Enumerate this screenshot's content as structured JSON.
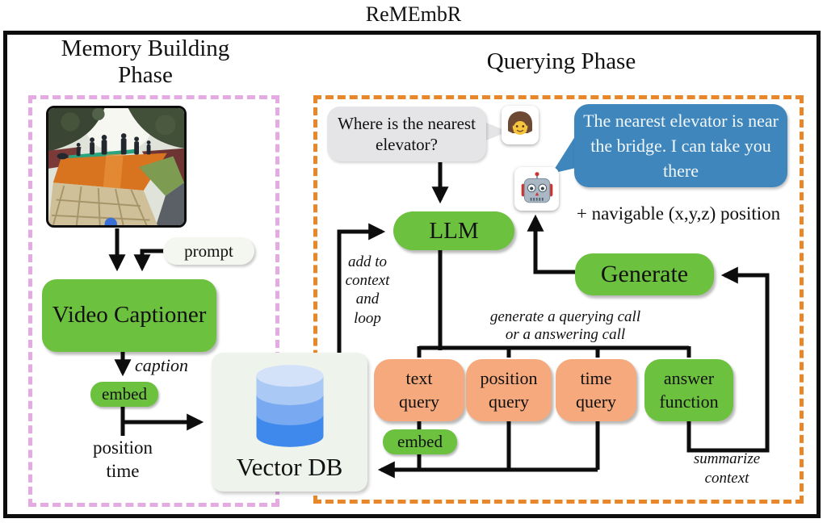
{
  "title": "ReMEmbR",
  "colors": {
    "green": "#6cc13f",
    "peach": "#f5a97c",
    "blue": "#3e86bb",
    "grey": "#e5e4e6",
    "pink": "#e3abe1",
    "orange": "#e8862a",
    "db1": "#d3e1f9",
    "db2": "#aac9f5",
    "db3": "#79a9f0",
    "db4": "#3f88ec"
  },
  "memory": {
    "heading": "Memory Building Phase",
    "prompt_label": "prompt",
    "video_captioner": "Video Captioner",
    "caption_note": "caption",
    "embed_label": "embed",
    "position_label": "position",
    "time_label": "time",
    "vector_db": "Vector DB"
  },
  "querying": {
    "heading": "Querying Phase",
    "user_question": "Where is the nearest elevator?",
    "robot_answer": "The nearest elevator is near the bridge. I can take you there",
    "navigable_note": "+ navigable (x,y,z) position",
    "llm": "LLM",
    "loop_note_lines": [
      "add to",
      "context",
      "and",
      "loop"
    ],
    "generate": "Generate",
    "generate_note_lines": [
      "generate a querying call",
      "or a answering call"
    ],
    "calls": [
      {
        "lines": [
          "text",
          "query"
        ]
      },
      {
        "lines": [
          "position",
          "query"
        ]
      },
      {
        "lines": [
          "time",
          "query"
        ]
      },
      {
        "lines": [
          "answer",
          "function"
        ]
      }
    ],
    "embed_label": "embed",
    "summarize_note_lines": [
      "summarize",
      "context"
    ]
  }
}
